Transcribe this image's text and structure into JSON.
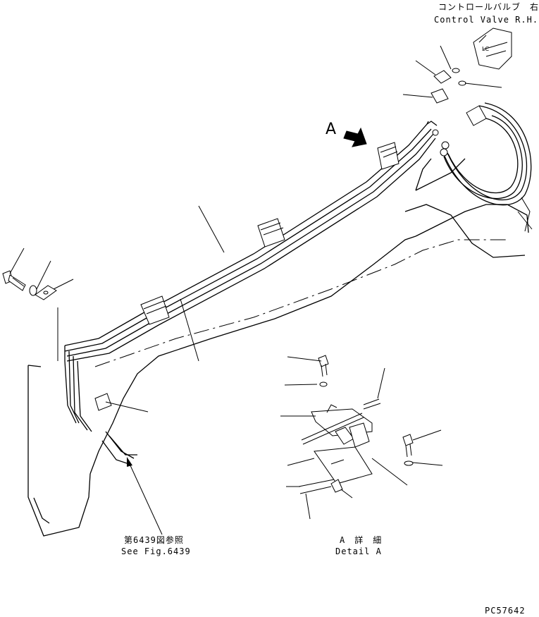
{
  "labels": {
    "control_valve_jp": "コントロールバルブ　右",
    "control_valve_en": "Control Valve R.H.",
    "view_marker": "A",
    "see_fig_jp": "第6439図参照",
    "see_fig_en": "See Fig.6439",
    "detail_jp": "A　詳　細",
    "detail_en": "Detail A",
    "drawing_number": "PC57642"
  }
}
